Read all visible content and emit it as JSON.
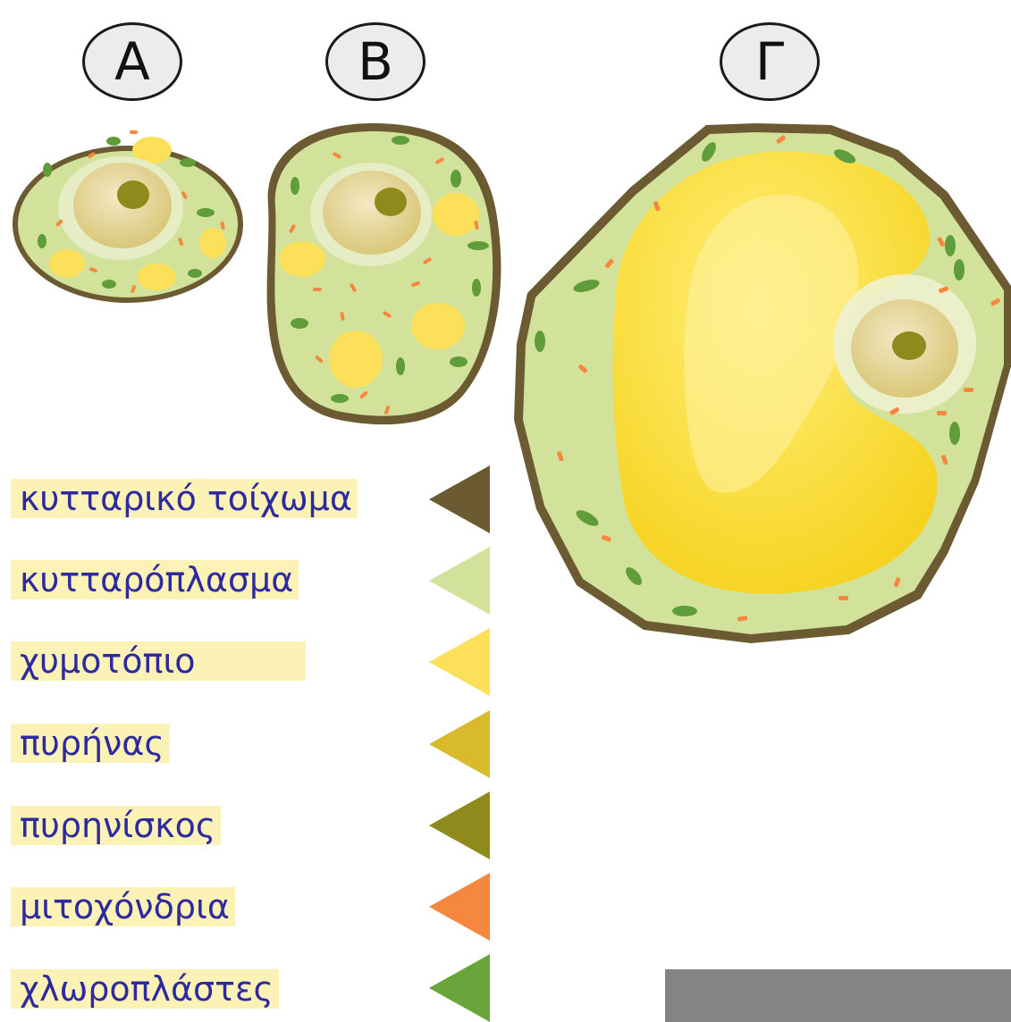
{
  "cells": [
    {
      "id": "A",
      "label": "Α"
    },
    {
      "id": "B",
      "label": "Β"
    },
    {
      "id": "G",
      "label": "Γ"
    }
  ],
  "legend": [
    {
      "text": "κυτταρικό τοίχωμα",
      "color": "#6b5a32"
    },
    {
      "text": "κυτταρόπλασμα",
      "color": "#d2e29a"
    },
    {
      "text": "χυμοτόπιο",
      "color": "#fde05a"
    },
    {
      "text": "πυρήνας",
      "color": "#d8ba2a"
    },
    {
      "text": "πυρηνίσκος",
      "color": "#8f8a1c"
    },
    {
      "text": "μιτοχόνδρια",
      "color": "#f5883e"
    },
    {
      "text": "χλωροπλάστες",
      "color": "#6aa53c"
    }
  ],
  "colors": {
    "wall": "#6b5a32",
    "cytoplasm": "#d2e29a",
    "vacuole": "#fde05a",
    "nucleus": "#e7d79a",
    "nucleolus": "#8f8a1c",
    "mitochondria": "#f5883e",
    "chloroplast": "#5f9d3a"
  }
}
